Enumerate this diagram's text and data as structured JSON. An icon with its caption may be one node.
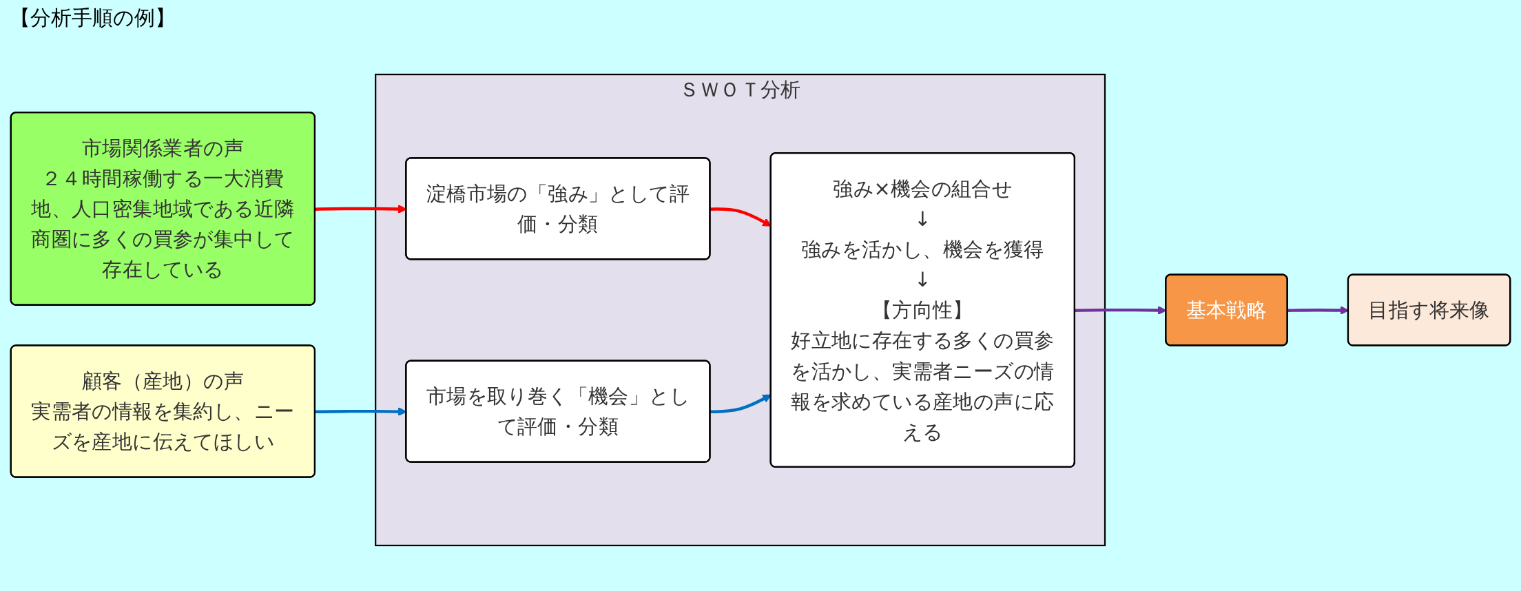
{
  "diagram": {
    "title": "【分析手順の例】",
    "nodes": [
      {
        "text": [
          "市場関係業者の声",
          "２４時間稼働する一大消費地、人口密集地域である近隣商圏に多くの買参が集中して存在している"
        ]
      },
      {
        "text": [
          "顧客（産地）の声",
          "実需者の情報を集約し、ニーズを産地に伝えてほしい"
        ]
      },
      {
        "text": [
          "ＳＷＯＴ分析"
        ]
      },
      {
        "text": [
          "淀橋市場の「強み」として評価・分類"
        ],
        "in": 2
      },
      {
        "text": [
          "市場を取り巻く「機会」として評価・分類"
        ],
        "in": 2
      },
      {
        "text": [
          "強み×機会の組合せ",
          "↓",
          "強みを活かし、機会を獲得",
          "↓",
          "【方向性】",
          "好立地に存在する多くの買参を活かし、実需者ニーズの情報を求めている産地の声に応える"
        ],
        "in": 2
      },
      {
        "text": [
          "基本戦略"
        ]
      },
      {
        "text": [
          "目指す将来像"
        ]
      }
    ],
    "edges": [
      {
        "from": 0,
        "to": 3,
        "arrow": "to",
        "color": "#ff0000"
      },
      {
        "from": 1,
        "to": 4,
        "arrow": "to",
        "color": "#0070c0"
      },
      {
        "from": 3,
        "to": 5,
        "arrow": "to",
        "color": "#ff0000"
      },
      {
        "from": 4,
        "to": 5,
        "arrow": "to",
        "color": "#0070c0"
      },
      {
        "from": 5,
        "to": 6,
        "arrow": "to",
        "color": "#7030a0"
      },
      {
        "from": 6,
        "to": 7,
        "arrow": "to",
        "color": "#7030a0"
      }
    ]
  }
}
